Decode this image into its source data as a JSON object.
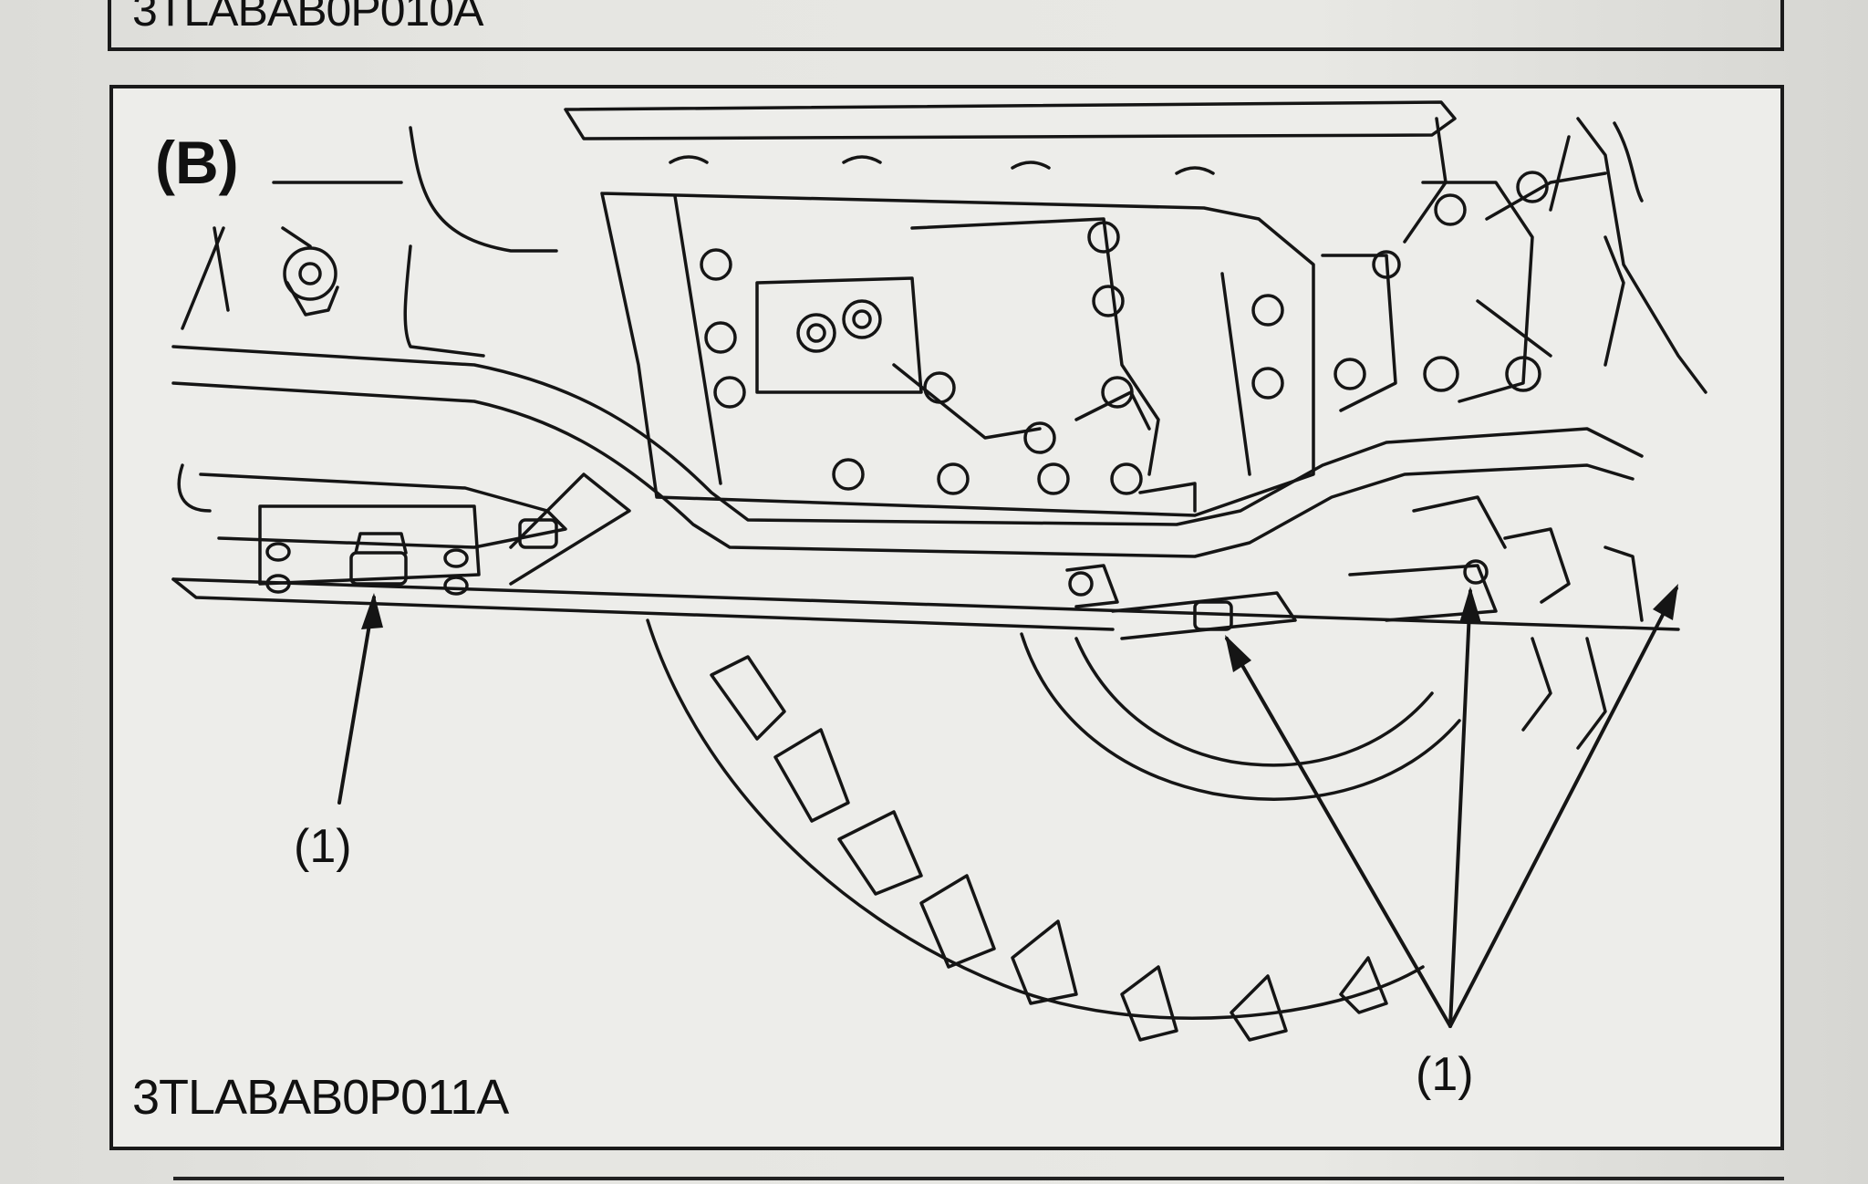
{
  "prev_figure": {
    "code": "3TLABAB0P010A"
  },
  "figure": {
    "letter": "(B)",
    "code": "3TLABAB0P011A",
    "callouts": {
      "left": "(1)",
      "right": "(1)"
    }
  },
  "colors": {
    "ink": "#111111",
    "paper": "#ededea"
  }
}
